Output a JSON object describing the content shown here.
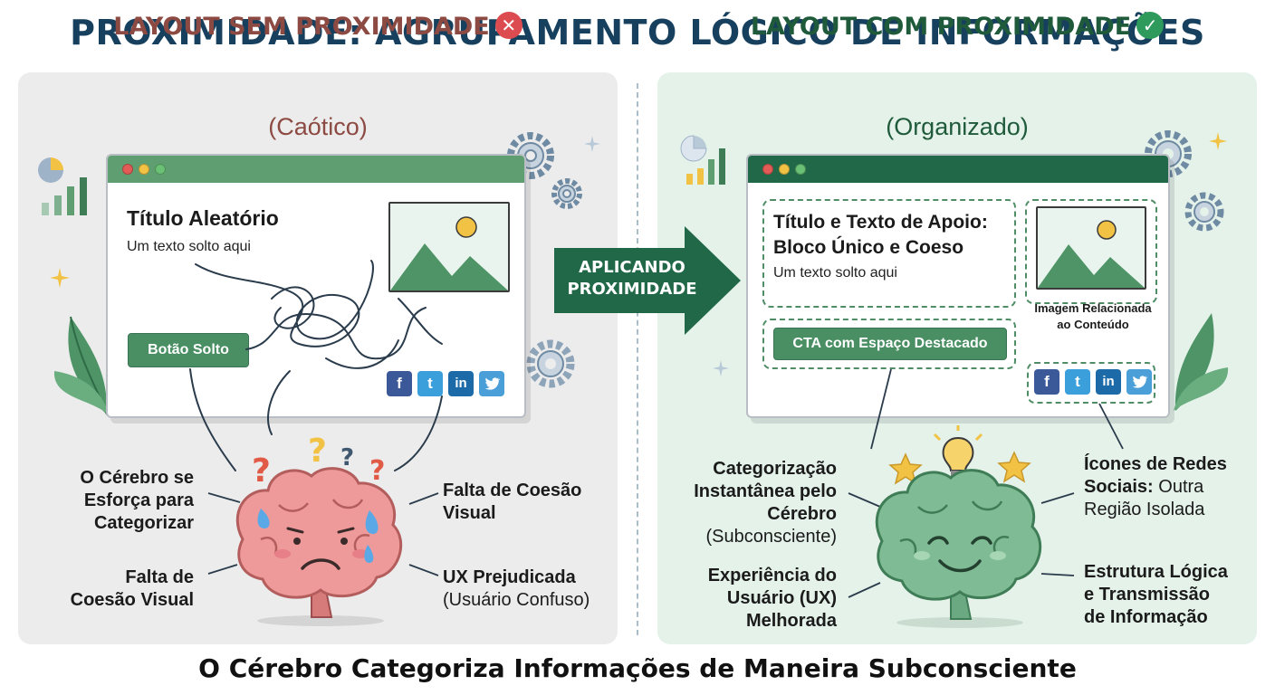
{
  "title": "PROXIMIDADE: AGRUPAMENTO LÓGICO DE INFORMAÇÕES",
  "left": {
    "heading": "LAYOUT SEM PROXIMIDADE",
    "subheading": "(Caótico)",
    "status_icon": "x-circle-icon",
    "window": {
      "title": "Título Aleatório",
      "text": "Um texto solto aqui",
      "button": "Botão Solto",
      "social_icons": [
        "f",
        "t",
        "in",
        "twitter-bird-icon"
      ]
    },
    "labels": {
      "top_left": [
        "O Cérebro se",
        "Esforça para",
        "Categorizar"
      ],
      "bottom_left": [
        "Falta de",
        "Coesão Visual"
      ],
      "top_right": [
        "Falta de Coesão",
        "Visual"
      ],
      "bottom_right_bold": "UX Prejudicada",
      "bottom_right_normal": "(Usuário Confuso)"
    }
  },
  "arrow": {
    "line1": "APLICANDO",
    "line2": "PROXIMIDADE"
  },
  "right": {
    "heading": "LAYOUT COM PROXIMIDADE",
    "subheading": "(Organizado)",
    "status_icon": "check-circle-icon",
    "window": {
      "title_line1": "Título e Texto de Apoio:",
      "title_line2": "Bloco Único e Coeso",
      "text": "Um texto solto aqui",
      "image_caption_line1": "Imagem Relacionada",
      "image_caption_line2": "ao Conteúdo",
      "button": "CTA com Espaço Destacado",
      "social_icons": [
        "f",
        "t",
        "in",
        "twitter-bird-icon"
      ]
    },
    "labels": {
      "top_left_bold": [
        "Categorização",
        "Instantânea pelo",
        "Cérebro"
      ],
      "top_left_normal": "(Subconsciente)",
      "bottom_left": [
        "Experiência do",
        "Usuário (UX)",
        "Melhorada"
      ],
      "top_right_bold_1": "Ícones de Redes",
      "top_right_bold_2": "Sociais:",
      "top_right_normal_2": " Outra",
      "top_right_normal_3": "Região Isolada",
      "bottom_right": [
        "Estrutura Lógica",
        "e Transmissão",
        "de Informação"
      ]
    }
  },
  "footer": "O Cérebro Categoriza Informações de Maneira Subconsciente",
  "colors": {
    "title": "#17405e",
    "left_heading": "#8c4a42",
    "right_heading": "#1f5a3a",
    "button_green": "#4a8f64",
    "dark_green": "#206847",
    "brain_pink": "#ef9a9a",
    "brain_green": "#7fbb95"
  }
}
